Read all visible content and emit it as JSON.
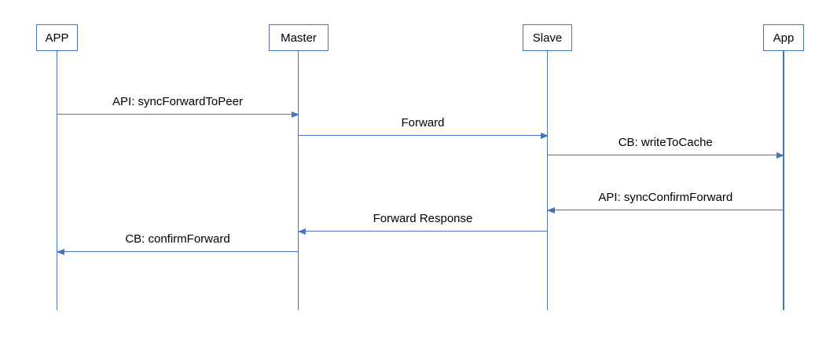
{
  "diagram": {
    "kind": "sequence-diagram",
    "colors": {
      "line": "#4472C4",
      "text": "#000000",
      "background": "#FFFFFF"
    },
    "actors": [
      {
        "label": "APP"
      },
      {
        "label": "Master"
      },
      {
        "label": "Slave"
      },
      {
        "label": "App"
      }
    ],
    "messages": [
      {
        "label": "API: syncForwardToPeer",
        "from": "APP",
        "to": "Master",
        "direction": "right"
      },
      {
        "label": "Forward",
        "from": "Master",
        "to": "Slave",
        "direction": "right"
      },
      {
        "label": "CB: writeToCache",
        "from": "Slave",
        "to": "App",
        "direction": "right"
      },
      {
        "label": "API: syncConfirmForward",
        "from": "App",
        "to": "Slave",
        "direction": "left"
      },
      {
        "label": "Forward Response",
        "from": "Slave",
        "to": "Master",
        "direction": "left"
      },
      {
        "label": "CB: confirmForward",
        "from": "Master",
        "to": "APP",
        "direction": "left"
      }
    ]
  }
}
